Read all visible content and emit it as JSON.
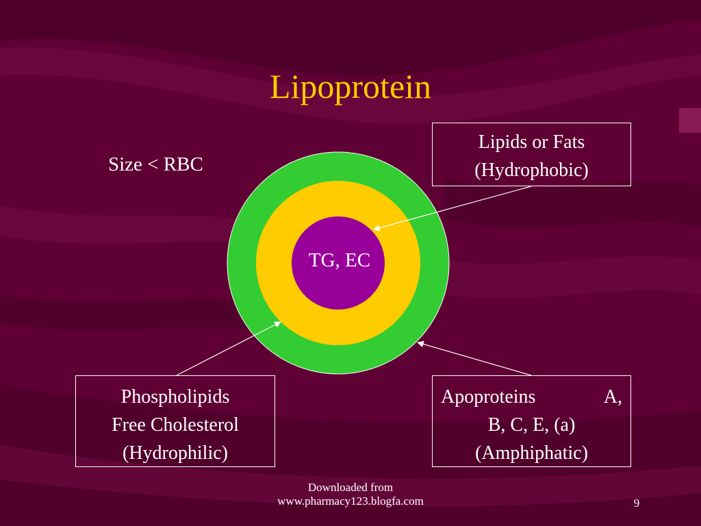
{
  "slide": {
    "title": "Lipoprotein",
    "size_note": "Size < RBC",
    "core_label": "TG, EC",
    "boxes": {
      "lipids": {
        "line1": "Lipids or Fats",
        "line2": "(Hydrophobic)"
      },
      "phospholipids": {
        "line1": "Phospholipids",
        "line2": "Free Cholesterol",
        "line3": "(Hydrophilic)"
      },
      "apoproteins": {
        "line1a": "Apoproteins",
        "line1b": "A,",
        "line2": "B, C, E, (a)",
        "line3": "(Amphiphatic)"
      }
    },
    "footer": {
      "line1": "Downloaded from",
      "line2": "www.pharmacy123.blogfa.com"
    },
    "page_number": "9"
  },
  "colors": {
    "background": "#5e0033",
    "title": "#ffcc00",
    "outer_ring": "#33cc33",
    "middle_ring": "#ffcc00",
    "core": "#990099",
    "text": "#ffffff"
  }
}
